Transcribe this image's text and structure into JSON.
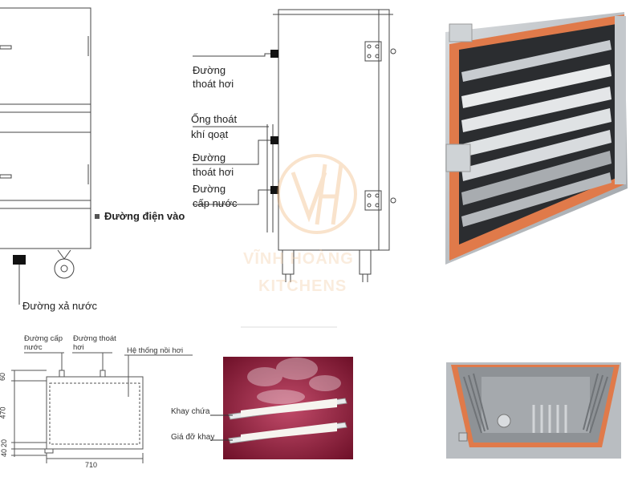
{
  "drawing_top_left": {
    "power_inlet_label": "Đường điện vào",
    "drain_label": "Đường xả nước"
  },
  "drawing_side": {
    "steam_outlet_top_line1": "Đường",
    "steam_outlet_top_line2": "thoát hơi",
    "fan_exhaust_line1": "Ống thoát",
    "fan_exhaust_line2": "khí qoạt",
    "steam_outlet_mid_line1": "Đường",
    "steam_outlet_mid_line2": "thoát hơi",
    "water_supply_line1": "Đường",
    "water_supply_line2": "cấp nước"
  },
  "watermark": {
    "brand_line1": "VĨNH HOÀNG",
    "brand_line2": "KITCHENS"
  },
  "drawing_front_small": {
    "water_supply_line1": "Đường cấp",
    "water_supply_line2": "nước",
    "steam_outlet_line1": "Đường thoát",
    "steam_outlet_line2": "hơi",
    "boiler_label": "Hệ thống nồi hơi",
    "dim_top": "60",
    "dim_middle": "470",
    "dim_bottom_a": "40",
    "dim_bottom_b": "20",
    "dim_width": "710"
  },
  "steam_illustration": {
    "tray_label": "Khay chứa",
    "rack_label": "Giá đỡ khay"
  },
  "colors": {
    "door_gasket": "#e07a4a",
    "steel": "#b8bcc0",
    "backdrop": "#8a1f3a"
  }
}
